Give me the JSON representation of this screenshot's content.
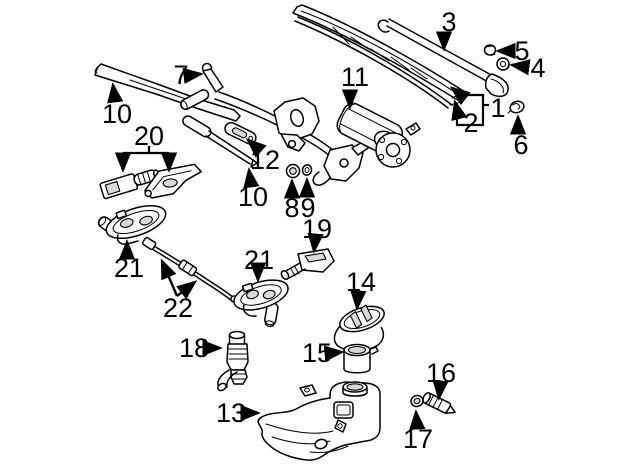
{
  "diagram": {
    "colors": {
      "background": "#ffffff",
      "line": "#000000",
      "shade": "#d9d9d9"
    },
    "callouts": {
      "c1": "1",
      "c2": "2",
      "c3": "3",
      "c4": "4",
      "c5": "5",
      "c6": "6",
      "c7": "7",
      "c8": "8",
      "c9": "9",
      "c10a": "10",
      "c10b": "10",
      "c11": "11",
      "c12": "12",
      "c13": "13",
      "c14": "14",
      "c15": "15",
      "c16": "16",
      "c17": "17",
      "c18": "18",
      "c19": "19",
      "c20": "20",
      "c21a": "21",
      "c21b": "21",
      "c22": "22"
    }
  }
}
